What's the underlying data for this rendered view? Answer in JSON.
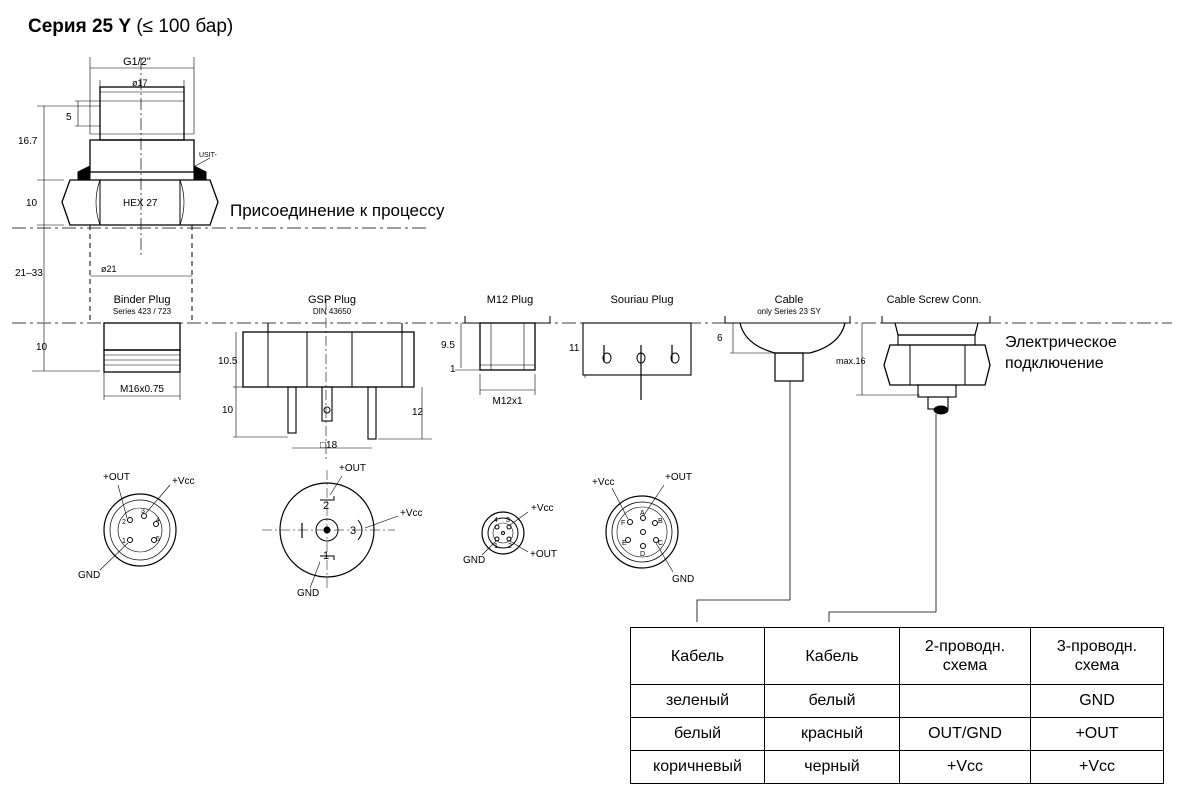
{
  "header": {
    "title": "Серия 25 Y",
    "subtitle": "(≤ 100 бар)"
  },
  "annotations": {
    "process": "Присоединение к процессу",
    "electrical_1": "Электрическое",
    "electrical_2": "подключение"
  },
  "sensor": {
    "thread": "G1/2\"",
    "diam17": "ø17",
    "diam21": "ø21",
    "hex": "HEX 27",
    "usit": "USIT-",
    "dim_5": "5",
    "dim_16_7": "16.7",
    "dim_10": "10",
    "dim_21_33": "21–33"
  },
  "connectors": [
    {
      "name": "Binder Plug",
      "sub": "Series 423 / 723"
    },
    {
      "name": "GSP Plug",
      "sub": "DIN 43650"
    },
    {
      "name": "M12 Plug",
      "sub": ""
    },
    {
      "name": "Souriau Plug",
      "sub": ""
    },
    {
      "name": "Cable",
      "sub": "only Series 23 SY"
    },
    {
      "name": "Cable Screw Conn.",
      "sub": ""
    }
  ],
  "connector_dims": {
    "binder_h": "10",
    "binder_thread": "M16x0.75",
    "gsp_10_5": "10.5",
    "gsp_10": "10",
    "gsp_12": "12",
    "gsp_18": "□18",
    "m12_9_5": "9.5",
    "m12_1": "1",
    "m12_thread": "M12x1",
    "souriau_11": "11",
    "cable_6": "6",
    "screw_max16": "max.16"
  },
  "pinouts": {
    "binder": {
      "out": "+OUT",
      "vcc": "+Vcc",
      "gnd": "GND"
    },
    "gsp": {
      "out": "+OUT",
      "vcc": "+Vcc",
      "gnd": "GND",
      "p1": "1",
      "p2": "2",
      "p3": "3"
    },
    "m12": {
      "vcc": "+Vcc",
      "out": "+OUT",
      "gnd": "GND"
    },
    "souriau": {
      "vcc": "+Vcc",
      "out": "+OUT",
      "gnd": "GND"
    }
  },
  "wire_table": {
    "headers": [
      "Кабель",
      "Кабель",
      "2-проводн. схема",
      "3-проводн. схема"
    ],
    "rows": [
      [
        "зеленый",
        "белый",
        "",
        "GND"
      ],
      [
        "белый",
        "красный",
        "OUT/GND",
        "+OUT"
      ],
      [
        "коричневый",
        "черный",
        "+Vcc",
        "+Vcc"
      ]
    ]
  }
}
